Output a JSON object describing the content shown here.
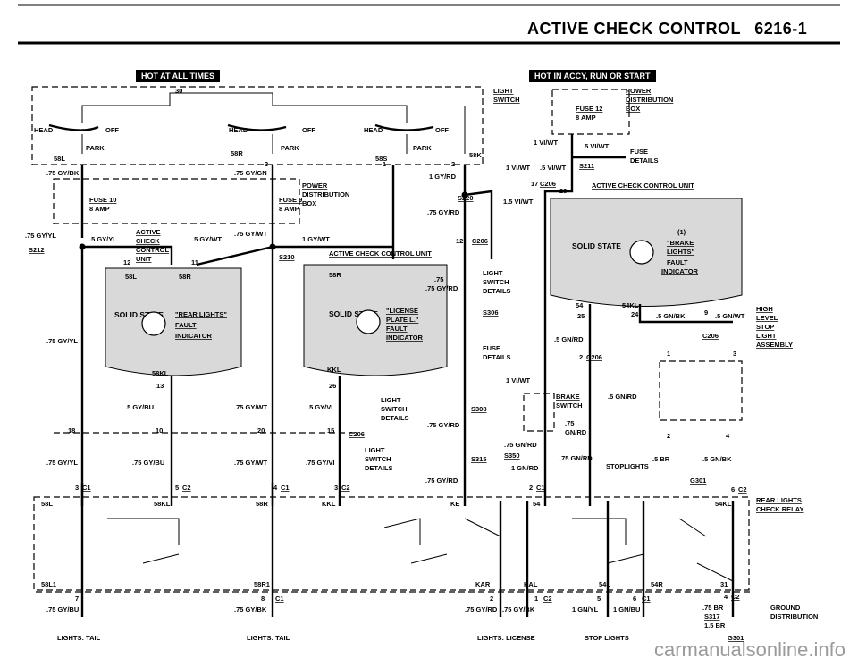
{
  "header": {
    "title": "ACTIVE CHECK CONTROL",
    "page_number": "6216-1"
  },
  "banners": {
    "left": "HOT AT ALL TIMES",
    "right": "HOT IN ACCY, RUN OR START"
  },
  "light_switch": {
    "name_line1": "LIGHT",
    "name_line2": "SWITCH",
    "pins": {
      "p30": "30",
      "p58l": "58L",
      "p58r": "58R",
      "p58s": "58S",
      "p58k": "58K",
      "p1": "1",
      "p2": "2",
      "p3": "3"
    },
    "positions": {
      "head": "HEAD",
      "off": "OFF",
      "park": "PARK"
    }
  },
  "left_wires": {
    "w1": ".75 GY/BK",
    "w2": ".75 GY/GN",
    "w3": "1 GY/RD",
    "w4": ".75 GY/RD",
    "w5": ".75 GY/YL",
    "w6": ".5 GY/YL",
    "w7": ".5 GY/WT",
    "w8": ".75 GY/WT",
    "w9": "1 GY/WT",
    "w10": ".75 GY/YL"
  },
  "power_distribution_box": {
    "line1": "POWER",
    "line2": "DISTRIBUTION",
    "line3": "BOX",
    "fuse10": "FUSE 10",
    "fuse10_amp": "8 AMP",
    "fuse9": "FUSE 9",
    "fuse9_amp": "8 AMP",
    "fuse12": "FUSE 12",
    "fuse12_amp": "8 AMP"
  },
  "splices": {
    "s212": "S212",
    "s210": "S210",
    "s220": "S220",
    "s306": "S306",
    "s308": "S308",
    "s315": "S315",
    "s350": "S350",
    "s211": "S211",
    "s317": "S317"
  },
  "connectors": {
    "c206": "C206",
    "c1": "C1",
    "c2": "C2"
  },
  "left_unit": {
    "line1": "ACTIVE",
    "line2": "CHECK",
    "line3": "CONTROL",
    "line4": "UNIT",
    "pin12": "12",
    "pin11": "11",
    "s58l": "58L",
    "s58r": "58R",
    "solid_state": "SOLID STATE",
    "indicator_quote": "\"REAR LIGHTS\"",
    "indicator_fault": "FAULT",
    "indicator_indicator": "INDICATOR",
    "s58kl": "58KL",
    "pin13": "13"
  },
  "middle_unit": {
    "title": "ACTIVE CHECK CONTROL UNIT",
    "s58r": "58R",
    "solid_state": "SOLID STATE",
    "indicator_quote": "\"LICENSE",
    "indicator_quote2": "PLATE L.\"",
    "indicator_fault": "FAULT",
    "indicator_indicator": "INDICATOR",
    "kkl": "KKL",
    "pin26": "26"
  },
  "right_unit": {
    "title": "ACTIVE CHECK CONTROL UNIT",
    "solid_state": "SOLID STATE",
    "num": "(1)",
    "q1": "\"BRAKE",
    "q2": "LIGHTS\"",
    "fault": "FAULT",
    "indicator": "INDICATOR",
    "s54": "54",
    "s54kl": "54KL",
    "pin25": "25",
    "pin24": "24",
    "pin23": "23",
    "pin17": "17"
  },
  "right_wires": {
    "r1": "1 VI/WT",
    "r2": ".5 VI/WT",
    "r3": "1 VI/WT",
    "r4": ".5 VI/WT",
    "r5": "1.5 VI/WT",
    "r6": ".5 GN/BK",
    "r7": ".5 GN/WT",
    "r8": ".5 GN/RD",
    "r9": ".5 GN/RD",
    "r10": ".75 GN/RD",
    "r11": "1 GN/RD",
    "r12": ".5 BR",
    "r13": ".5 GN/BK",
    "r14": ".75 GN/RD",
    "r15": ".75 GY/RD",
    "r16": ".75 GY/RD",
    "r17": ".75 GY/RD",
    "fuse_details": "FUSE DETAILS",
    "p9": "9",
    "p1": "1",
    "p2": "2",
    "p3": "3",
    "p4": "4",
    "p6": "6",
    "p12": "12",
    "p17": "17"
  },
  "switch_labels": {
    "light_switch_details_1": "LIGHT",
    "light_switch_details_2": "SWITCH",
    "light_switch_details_3": "DETAILS",
    "fuse_details_1": "FUSE",
    "fuse_details_2": "DETAILS",
    "brake_switch_1": "BRAKE",
    "brake_switch_2": "SWITCH",
    "gn_rd": "GN/RD",
    "p75": ".75",
    "stoplights": "STOPLIGHTS",
    "high_level_stop_light_assembly": [
      "HIGH",
      "LEVEL",
      "STOP",
      "LIGHT",
      "ASSEMBLY"
    ],
    "g301": "G301",
    "ground_dist": [
      "GROUND",
      "DISTRIBUTION"
    ]
  },
  "relay": {
    "name1": "REAR LIGHTS",
    "name2": "CHECK RELAY",
    "top_pins": [
      "58L",
      "58KL",
      "58R",
      "KKL",
      "KE",
      "54",
      "54KL"
    ],
    "bottom_pins": [
      "58L1",
      "58R1",
      "KAR",
      "KAL",
      "54L",
      "54R",
      "31"
    ]
  },
  "bottom_pins": {
    "b7": "7",
    "b8": "8",
    "b2": "2",
    "b1": "1",
    "b5": "5",
    "b6": "6",
    "b4": "4",
    "b3": "3",
    "b10": "10",
    "b20": "20",
    "b15": "15",
    "b18": "18",
    "g_c1": "C1",
    "g_c2": "C2"
  },
  "bottom_wires": {
    "w1": ".75 GY/BU",
    "w2": ".75 GY/BK",
    "w3": ".75 GY/RD",
    "w4": ".75 GY/BK",
    "w5": "1 GN/YL",
    "w6": "1 GN/BU",
    "w7": ".75 BR",
    "w8": "1.5 BR",
    "w9": ".5 GY/BU",
    "w10": ".75 GY/WT",
    "w11": ".5 GY/VI",
    "w12": ".75 GY/YL",
    "w13": ".75 GY/BU",
    "w14": ".75 GY/WT",
    "w15": ".75 GY/VI"
  },
  "bottom_labels": {
    "tail_left": "LIGHTS: TAIL",
    "tail_right": "LIGHTS: TAIL",
    "license": "LIGHTS: LICENSE",
    "stop": "STOP LIGHTS"
  },
  "footer": {
    "watermark": "carmanualsonline.info"
  }
}
